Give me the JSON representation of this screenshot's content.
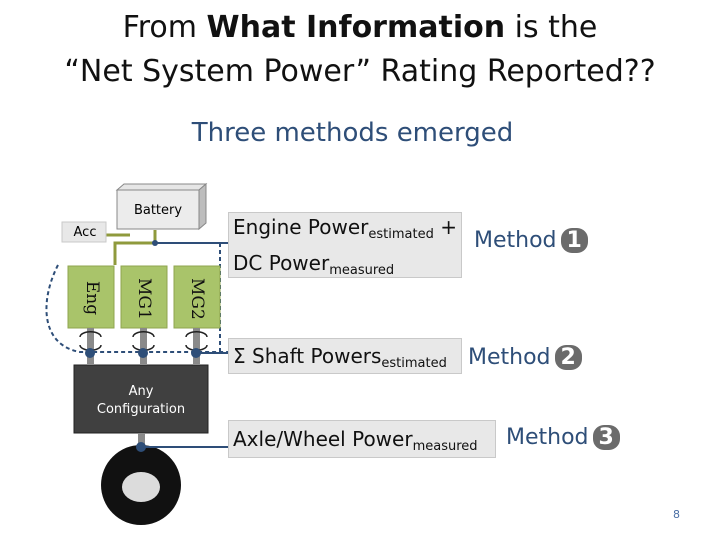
{
  "title": {
    "line1_pre": "From ",
    "line1_bold": "What Information",
    "line1_post": " is the",
    "line2": "“Net System Power” Rating Reported??"
  },
  "subtitle": "Three methods emerged",
  "diagram": {
    "battery": "Battery",
    "acc": "Acc",
    "eng": "Eng",
    "mg1": "MG1",
    "mg2": "MG2",
    "config_line1": "Any",
    "config_line2": "Configuration"
  },
  "methods": [
    {
      "line1_main": "Engine Power",
      "line1_sub": "estimated",
      "line1_suffix": " +",
      "line2_main": "DC Power",
      "line2_sub": "measured",
      "label": "Method",
      "number": "1"
    },
    {
      "line1_main": "Σ Shaft Powers",
      "line1_sub": "estimated",
      "label": "Method",
      "number": "2"
    },
    {
      "line1_main": "Axle/Wheel Power",
      "line1_sub": "measured",
      "label": "Method",
      "number": "3"
    }
  ],
  "page_number": "8",
  "colors": {
    "accent_blue": "#2e4e78",
    "badge_gray": "#6b6b6b",
    "component_fill": "#a9c46a",
    "config_fill": "#404040"
  }
}
